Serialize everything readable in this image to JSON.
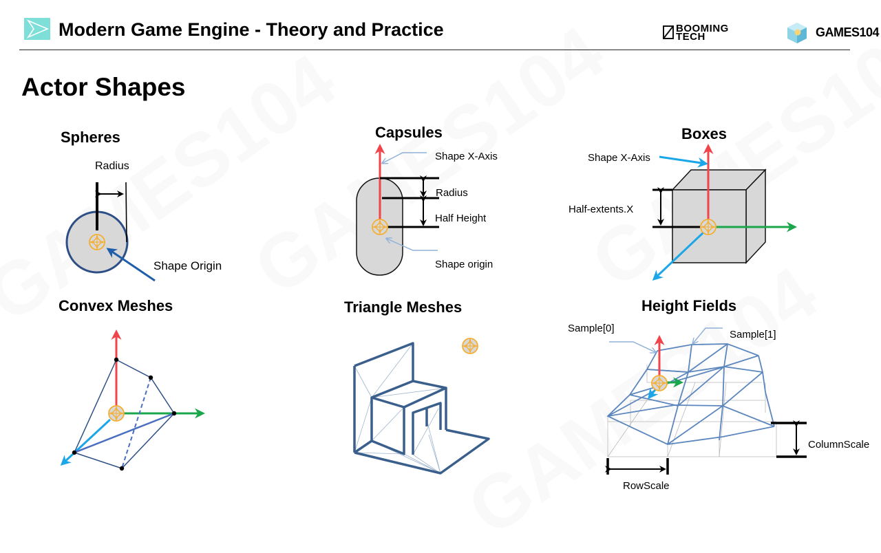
{
  "header": {
    "title": "Modern Game Engine - Theory and Practice",
    "brand_booming_line1": "BOOMING",
    "brand_booming_line2": "TECH",
    "brand_games": "GAMES104",
    "accent_color": "#7ddfd8"
  },
  "page_title": "Actor Shapes",
  "watermark": "GAMES104",
  "sections": {
    "spheres": {
      "title": "Spheres",
      "labels": {
        "radius": "Radius",
        "origin": "Shape Origin"
      }
    },
    "capsules": {
      "title": "Capsules",
      "labels": {
        "x_axis": "Shape X-Axis",
        "radius": "Radius",
        "half_height": "Half Height",
        "origin": "Shape origin"
      }
    },
    "boxes": {
      "title": "Boxes",
      "labels": {
        "x_axis": "Shape X-Axis",
        "half_extents": "Half-extents.X"
      }
    },
    "convex_meshes": {
      "title": "Convex Meshes"
    },
    "triangle_meshes": {
      "title": "Triangle Meshes"
    },
    "height_fields": {
      "title": "Height Fields",
      "labels": {
        "sample0": "Sample[0]",
        "sample1": "Sample[1]",
        "column_scale": "ColumnScale",
        "row_scale": "RowScale"
      }
    }
  },
  "colors": {
    "axis_x": "#f0444a",
    "axis_y": "#1aa64a",
    "axis_z": "#1ba6e8",
    "origin_marker": "#f5ae2f",
    "shape_fill": "#d8d8d8",
    "outline_blue": "#2d4f86",
    "mesh_blue": "#3a5f8c",
    "heightfield_blue": "#5b86be"
  }
}
